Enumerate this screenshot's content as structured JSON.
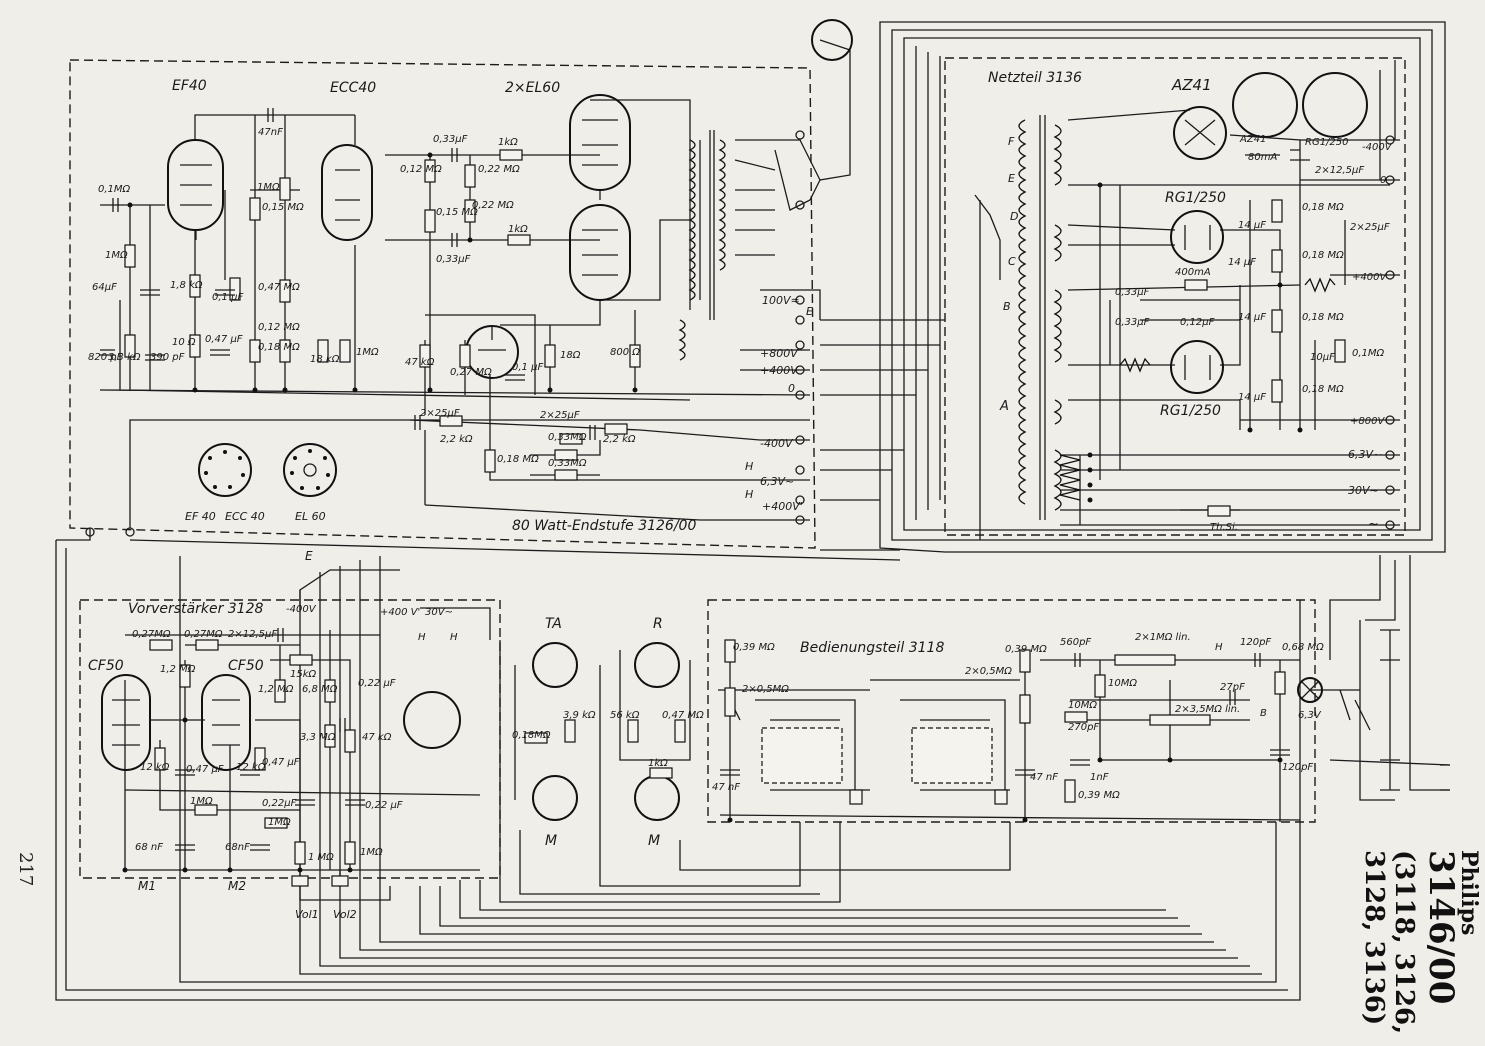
{
  "sections": {
    "endstufe": "80 Watt-Endstufe 3126/00",
    "netzteil": "Netzteil 3136",
    "vorverstaerker": "Vorverstärker 3128",
    "bedienungsteil": "Bedienungsteil 3118"
  },
  "tubes": {
    "ef40": "EF40",
    "ecc40": "ECC40",
    "el60": "2×EL60",
    "az41": "AZ41",
    "rg1": "RG1/250",
    "rg2": "RG1/250",
    "cf50a": "CF50",
    "cf50b": "CF50",
    "socket_ef40": "EF 40",
    "socket_ecc40": "ECC 40",
    "socket_el60": "EL 60",
    "rg_socket": "RG1/250",
    "az_small": "AZ41"
  },
  "components": {
    "c_47nf": "47nF",
    "c_033a": "0,33µF",
    "r_1k_a": "1kΩ",
    "r_1k_b": "1kΩ",
    "r_01m": "0,1MΩ",
    "r_1m_a": "1MΩ",
    "r_1m_b": "1MΩ",
    "c_64": "64µF",
    "r_18k": "1,8 kΩ",
    "r_015": "0,15 MΩ",
    "r_012a": "0,12 MΩ",
    "r_022a": "0,22 MΩ",
    "r_022b": "0,22 MΩ",
    "r_015b": "0,15 MΩ",
    "c_033b": "0,33µF",
    "c_01": "0,1 µF",
    "r_047a": "0,47 MΩ",
    "c_820": "820 pF",
    "r_33k": "3,3 kΩ",
    "c_390": "390 pF",
    "r_10": "10 Ω",
    "c_047": "0,47 µF",
    "r_012b": "0,12 MΩ",
    "r_018a": "0,18 MΩ",
    "r_18kb": "18 kΩ",
    "r_1m_c": "1MΩ",
    "r_47k": "47 kΩ",
    "r_027": "0,27 MΩ",
    "c_01b": "0,1 µF",
    "r_18": "18Ω",
    "r_800": "800 Ω",
    "c_2x25a": "2×25µF",
    "r_22ka": "2,2 kΩ",
    "c_2x25b": "2×25µF",
    "r_033a": "0,33MΩ",
    "r_22kb": "2,2 kΩ",
    "r_018b": "0,18 MΩ",
    "r_033b": "0,33MΩ",
    "v_100": "100V≈",
    "v_800": "+800V",
    "v_400": "+400V",
    "v_0": "0",
    "v_m400": "-400V",
    "v_63": "6,3V~",
    "v_400b": "+400V'",
    "t_h1": "H",
    "t_h2": "H",
    "t_e": "E",
    "n_80ma": "80mA",
    "n_2x125": "2×12,5µF",
    "n_m400": "-400V",
    "n_0": "0",
    "n_018a": "0,18 MΩ",
    "n_2x25": "2×25µF",
    "n_14a": "14 µF",
    "n_018b": "0,18 MΩ",
    "n_14b": "14 µF",
    "n_400ma": "400mA",
    "n_400v": "+400V",
    "n_033a": "0,33µF",
    "n_033b": "0,33µF",
    "n_012": "0,12µF",
    "n_14c": "14 µF",
    "n_018c": "0,18 MΩ",
    "n_10": "10µF",
    "n_01m": "0,1MΩ",
    "n_14d": "14 µF",
    "n_018d": "0,18 MΩ",
    "n_800v": "+800V",
    "n_63": "6,3V~",
    "n_30": "30V~",
    "n_thsi": "Th.Si.",
    "n_tilde": "~",
    "w_a": "A",
    "w_b": "B",
    "w_c": "C",
    "w_d": "D",
    "w_e": "E",
    "w_f": "F",
    "v_027a": "0,27MΩ",
    "v_027b": "0,27MΩ",
    "v_2x125": "2×12,5µF",
    "v_12a": "1,2 MΩ",
    "v_15k": "15kΩ",
    "v_12b": "1,2 MΩ",
    "v_68": "6,8 MΩ",
    "v_022a": "0,22 µF",
    "v_33": "3,3 MΩ",
    "v_47k": "47 kΩ",
    "v_12k_a": "12 kΩ",
    "v_047": "0,47 µF",
    "v_12k_b": "12 kΩ",
    "v_047b": "0,47 µF",
    "v_1m": "1MΩ",
    "v_022b": "0,22µF",
    "v_1mb": "1MΩ",
    "v_022c": "0,22 µF",
    "v_68nf_a": "68 nF",
    "v_68nf_b": "68nF",
    "v_1mc": "1 MΩ",
    "v_1md": "1MΩ",
    "v_m1": "M1",
    "v_m2": "M2",
    "v_vol1": "Vol1",
    "v_vol2": "Vol2",
    "v_p400": "+400 V'",
    "v_30": "30V~",
    "v_e": "E",
    "v_h1": "H",
    "v_h2": "H",
    "i_ta": "TA",
    "i_r": "R",
    "i_m1": "M",
    "i_m2": "M",
    "i_018": "0,18MΩ",
    "i_39": "3,9 kΩ",
    "i_56": "56 kΩ",
    "i_047": "0,47 MΩ",
    "i_1k": "1kΩ",
    "b_039a": "0,39 MΩ",
    "b_2x05a": "2×0,5MΩ",
    "b_47a": "47 nF",
    "b_039b": "0,39 MΩ",
    "b_2x05b": "2×0,5MΩ",
    "b_47b": "47 nF",
    "b_560": "560pF",
    "b_2x1m": "2×1MΩ lin.",
    "b_120a": "120pF",
    "b_068": "0,68 MΩ",
    "b_10m": "10MΩ",
    "b_27p": "27pF",
    "b_10mb": "10MΩ",
    "b_270": "270pF",
    "b_2x35": "2×3,5MΩ lin.",
    "b_1nf": "1nF",
    "b_039c": "0,39 MΩ",
    "b_120b": "120pF",
    "b_63v": "6,3V",
    "b_h": "H",
    "b_b": "B"
  },
  "margin": {
    "page_number": "217",
    "brand": "Philips",
    "model": "3146/00",
    "sub1": "(3118, 3126,",
    "sub2": "3128, 3136)"
  }
}
